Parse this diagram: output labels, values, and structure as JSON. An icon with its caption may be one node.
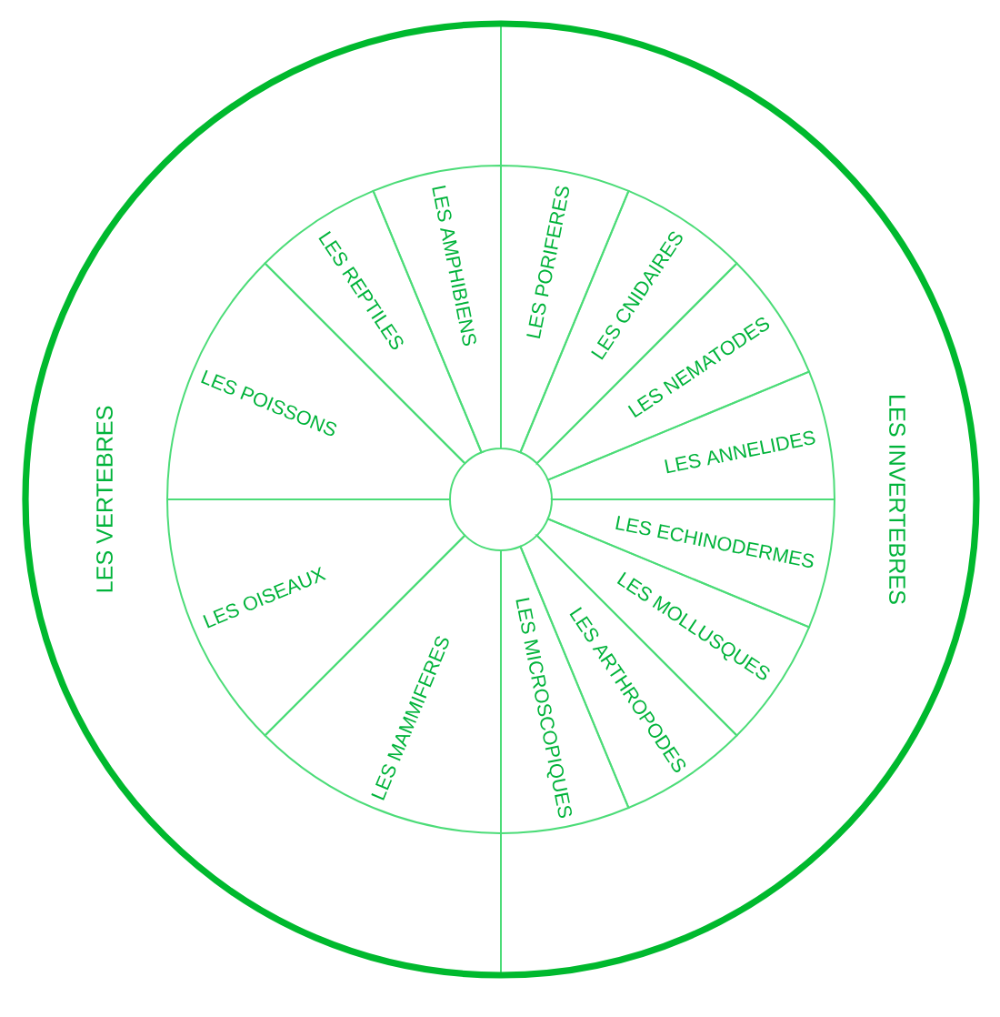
{
  "diagram": {
    "nodes": [
      {
        "text": [
          "LES VERTEBRES"
        ]
      },
      {
        "text": [
          "LES INVERTEBRES"
        ]
      },
      {
        "text": [
          "LES AMPHIBIENS"
        ],
        "in": 0
      },
      {
        "text": [
          "LES REPTILES"
        ],
        "in": 0
      },
      {
        "text": [
          "LES POISSONS"
        ],
        "in": 0
      },
      {
        "text": [
          "LES OISEAUX"
        ],
        "in": 0
      },
      {
        "text": [
          "LES MAMMIFERES"
        ],
        "in": 0
      },
      {
        "text": [
          "LES PORIFERES"
        ],
        "in": 1
      },
      {
        "text": [
          "LES CNIDAIRES"
        ],
        "in": 1
      },
      {
        "text": [
          "LES NEMATODES"
        ],
        "in": 1
      },
      {
        "text": [
          "LES ANNELIDES"
        ],
        "in": 1
      },
      {
        "text": [
          "LES ECHINODERMES"
        ],
        "in": 1
      },
      {
        "text": [
          "LES MOLLUSQUES"
        ],
        "in": 1
      },
      {
        "text": [
          "LES ARTHROPODES"
        ],
        "in": 1
      },
      {
        "text": [
          "LES MICROSCOPIQUES"
        ],
        "in": 1
      }
    ]
  }
}
